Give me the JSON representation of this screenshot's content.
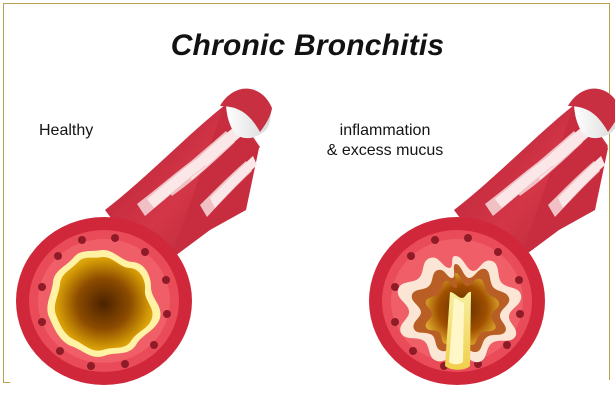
{
  "title": "Chronic Bronchitis",
  "healthy": {
    "label": "Healthy"
  },
  "inflamed": {
    "label_line1": "inflammation",
    "label_line2": "& excess mucus"
  },
  "colors": {
    "tube_red": "#cf2f41",
    "stripe_light": "#f5d1d2",
    "wall_pink": "#e8565f",
    "lumen_dark": "#5a2f00",
    "lumen_yellow": "#efb700",
    "mucus": "#f3e79a",
    "frame": "#b9a24a"
  }
}
